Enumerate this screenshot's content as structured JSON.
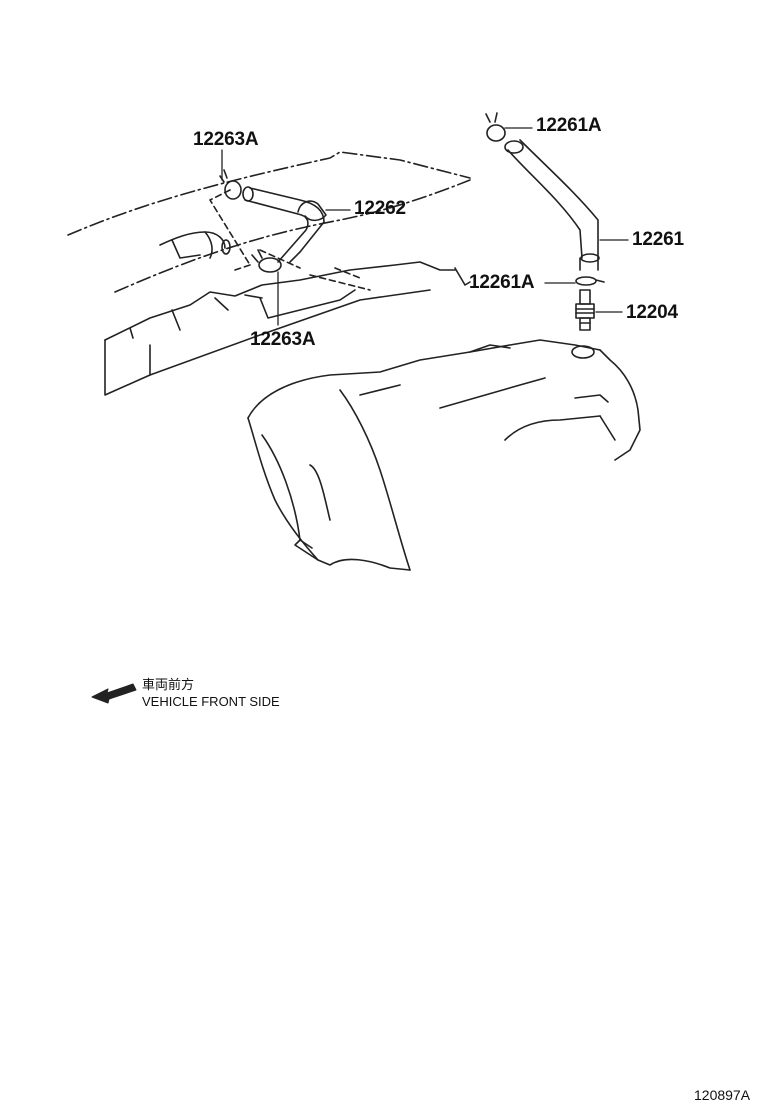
{
  "parts": {
    "p12263A_top": "12263A",
    "p12263A_bottom": "12263A",
    "p12262": "12262",
    "p12261A_top": "12261A",
    "p12261A_mid": "12261A",
    "p12261": "12261",
    "p12204": "12204"
  },
  "direction": {
    "label_jp": "車両前方",
    "label_en": "VEHICLE FRONT SIDE"
  },
  "figure_ref": "120897A"
}
